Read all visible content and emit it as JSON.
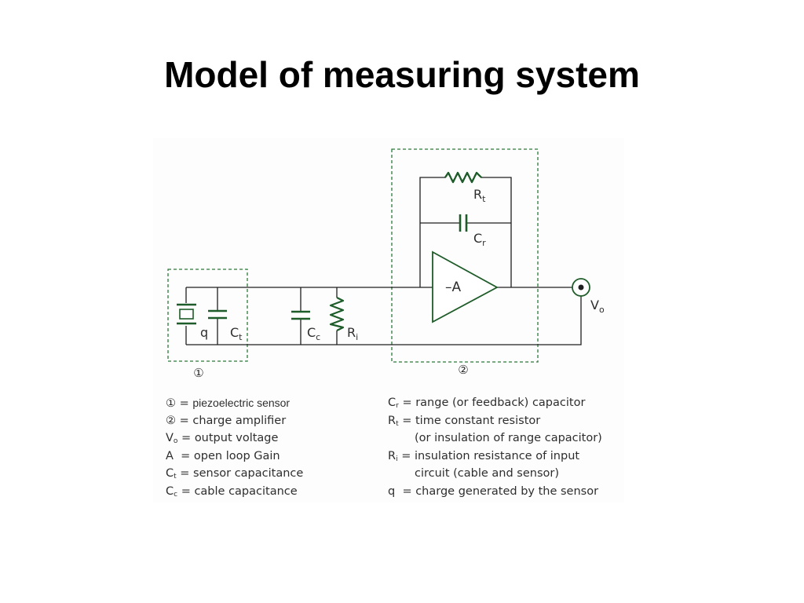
{
  "title": "Model of measuring system",
  "colors": {
    "wire": "#1f1f1f",
    "component": "#1e5c2a",
    "dashed_box": "#2d7a3a",
    "text": "#2e2e2e"
  },
  "diagram": {
    "component_labels": {
      "q": "q",
      "ct": {
        "base": "C",
        "sub": "t"
      },
      "cc": {
        "base": "C",
        "sub": "c"
      },
      "ri": {
        "base": "R",
        "sub": "i"
      },
      "rt": {
        "base": "R",
        "sub": "t"
      },
      "cr": {
        "base": "C",
        "sub": "r"
      },
      "vo": {
        "base": "V",
        "sub": "o"
      },
      "amp": "–A"
    },
    "box_labels": [
      "①",
      "②"
    ]
  },
  "legend_left": [
    {
      "key": "①",
      "sub": "",
      "eq": "=",
      "text": "piezoelectric sensor"
    },
    {
      "key": "②",
      "sub": "",
      "eq": "=",
      "text": "charge amplifier"
    },
    {
      "key": "V",
      "sub": "o",
      "eq": "=",
      "text": "output voltage"
    },
    {
      "key": "A",
      "sub": "",
      "eq": "=",
      "text": "open loop Gain"
    },
    {
      "key": "C",
      "sub": "t",
      "eq": "=",
      "text": "sensor capacitance"
    },
    {
      "key": "C",
      "sub": "c",
      "eq": "=",
      "text": "cable capacitance"
    }
  ],
  "legend_right": [
    {
      "key": "C",
      "sub": "r",
      "eq": "=",
      "text": "range (or feedback) capacitor"
    },
    {
      "key": "R",
      "sub": "t",
      "eq": "=",
      "text": "time constant resistor"
    },
    {
      "key": "",
      "sub": "",
      "eq": "",
      "text": "(or insulation of range capacitor)"
    },
    {
      "key": "R",
      "sub": "i",
      "eq": "=",
      "text": "insulation resistance of input"
    },
    {
      "key": "",
      "sub": "",
      "eq": "",
      "text": "circuit (cable and sensor)"
    },
    {
      "key": "q",
      "sub": "",
      "eq": "=",
      "text": "charge generated by the sensor"
    }
  ]
}
